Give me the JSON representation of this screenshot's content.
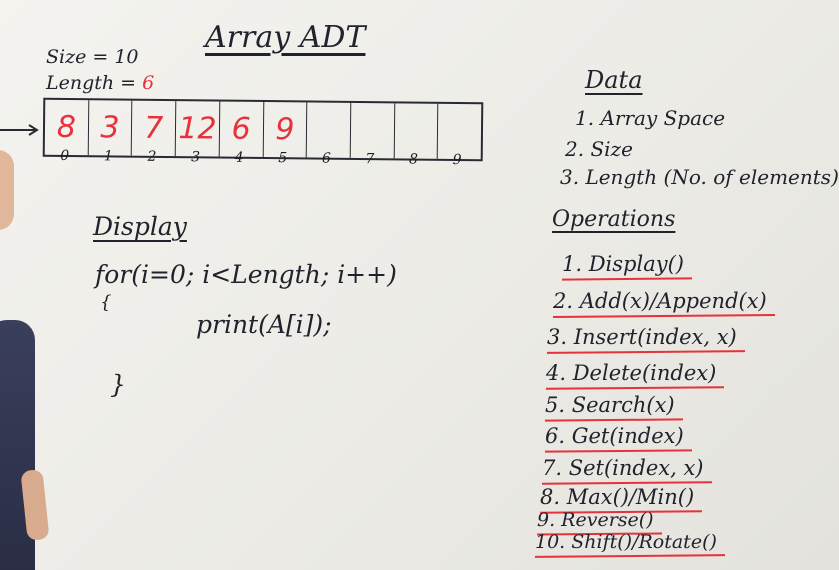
{
  "board": {
    "title": "Array ADT",
    "size_label": "Size = 10",
    "length_prefix": "Length = ",
    "length_value": "6",
    "array": {
      "values": [
        "8",
        "3",
        "7",
        "12",
        "6",
        "9",
        "",
        "",
        "",
        ""
      ],
      "indices": [
        "0",
        "1",
        "2",
        "3",
        "4",
        "5",
        "6",
        "7",
        "8",
        "9"
      ]
    },
    "display_heading": "Display",
    "code": {
      "line1": "for(i=0; i<Length; i++)",
      "open_brace": "{",
      "line2": "print(A[i]);",
      "close_brace": "}"
    },
    "data": {
      "title": "Data",
      "items": [
        "1. Array Space",
        "2. Size",
        "3. Length (No. of elements)"
      ]
    },
    "operations": {
      "title": "Operations",
      "items": [
        "1. Display()",
        "2. Add(x)/Append(x)",
        "3. Insert(index, x)",
        "4. Delete(index)",
        "5. Search(x)",
        "6. Get(index)",
        "7. Set(index, x)",
        "8. Max()/Min()",
        "9. Reverse()",
        "10. Shift()/Rotate()"
      ]
    }
  },
  "colors": {
    "marker_dark": "#22222c",
    "marker_red": "#e8313a",
    "board": "#f1f0ec"
  }
}
